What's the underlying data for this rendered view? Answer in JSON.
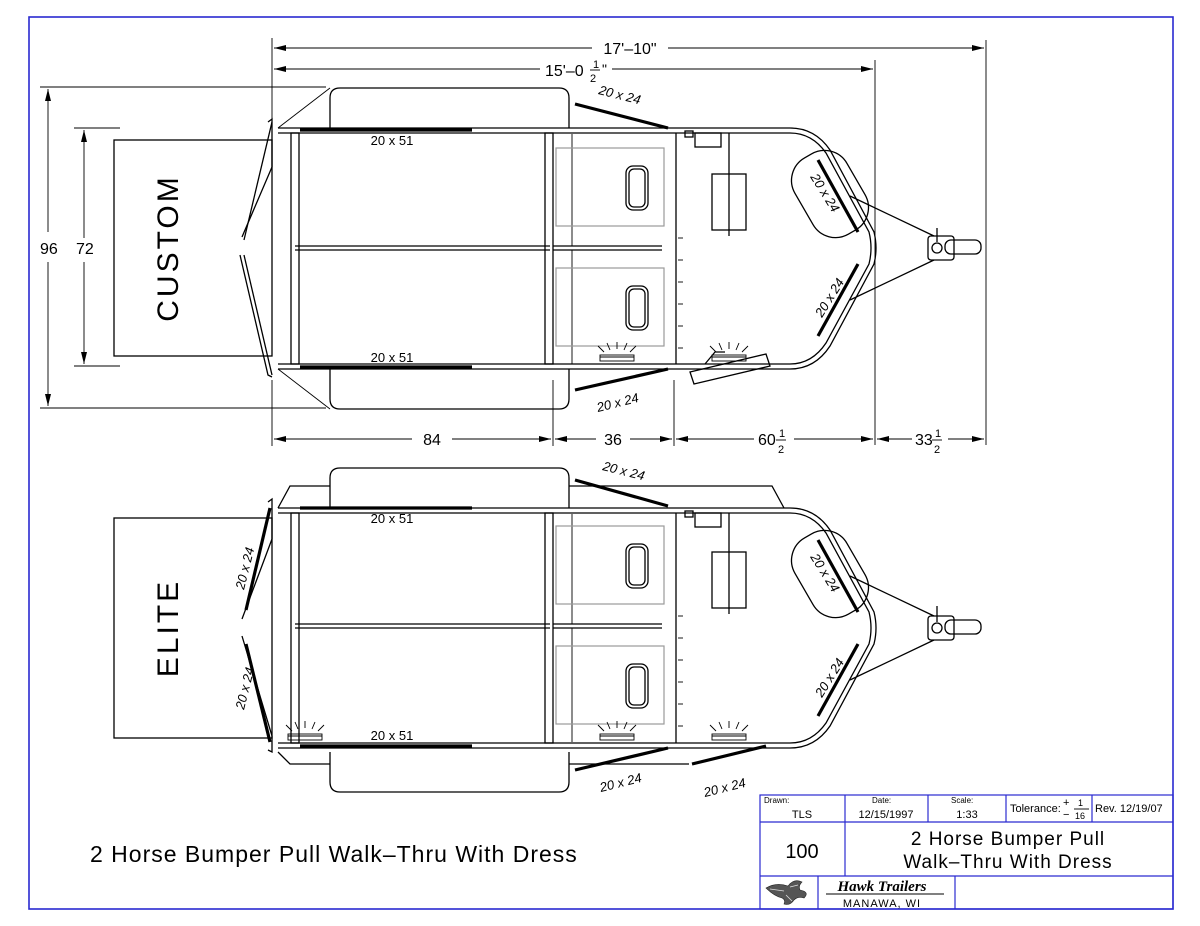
{
  "overall_dims": {
    "overall_length": "17'–10\"",
    "body_length_main": "15'–0",
    "body_length_frac_num": "1",
    "body_length_frac_den": "2",
    "body_length_quote": "\"",
    "overall_width": "96",
    "inside_width": "72"
  },
  "segment_dims": {
    "seg1": "84",
    "seg2": "36",
    "seg3_whole": "60",
    "seg3_num": "1",
    "seg3_den": "2",
    "seg4_whole": "33",
    "seg4_num": "1",
    "seg4_den": "2"
  },
  "custom_view": {
    "box_label": "CUSTOM",
    "top_window": "20 x 51",
    "bottom_window": "20 x 51",
    "top_side_vent": "20 x 24",
    "bottom_side_vent": "20 x 24",
    "nose_window_upper": "20 x 24",
    "nose_window_lower": "20 x 24"
  },
  "elite_view": {
    "box_label": "ELITE",
    "top_window": "20 x 51",
    "bottom_window": "20 x 51",
    "top_side_vent": "20 x 24",
    "bottom_side_vent": "20 x 24",
    "bottom_dress_vent": "20 x 24",
    "nose_window_upper": "20 x 24",
    "nose_window_lower": "20 x 24",
    "rear_door_upper": "20 x 24",
    "rear_door_lower": "20 x 24"
  },
  "drawing_title": "2 Horse Bumper Pull Walk–Thru With Dress",
  "title_block": {
    "drawn_label": "Drawn:",
    "drawn_value": "TLS",
    "date_label": "Date:",
    "date_value": "12/15/1997",
    "scale_label": "Scale:",
    "scale_value": "1:33",
    "tolerance_label": "Tolerance:",
    "tolerance_plus": "+",
    "tolerance_minus": "−",
    "tolerance_num": "1",
    "tolerance_den": "16",
    "revision": "Rev. 12/19/07",
    "drawing_number": "100",
    "title_line1": "2 Horse Bumper Pull",
    "title_line2": "Walk–Thru With Dress",
    "company": "Hawk Trailers",
    "location": "MANAWA, WI"
  },
  "colors": {
    "border": "#2a2ad0",
    "lines": "#000000"
  }
}
